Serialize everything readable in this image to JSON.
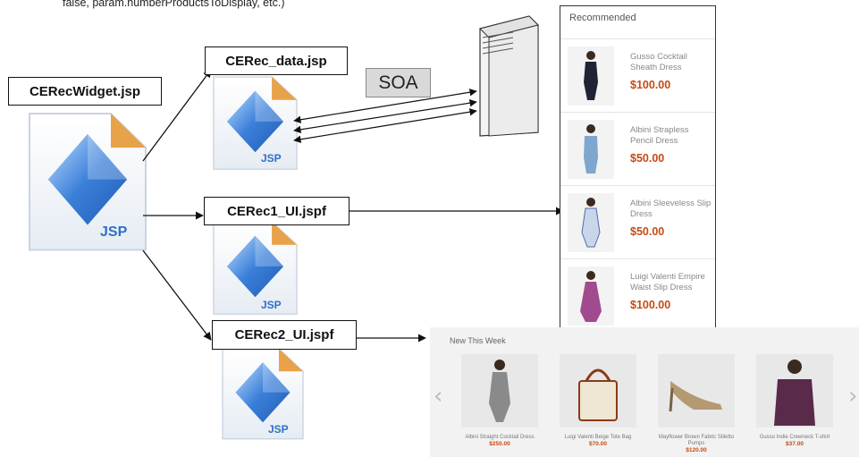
{
  "top_note": "false, param.numberProductsToDisplay, etc.)",
  "files": {
    "widget": "CERecWidget.jsp",
    "data": "CERec_data.jsp",
    "ui1": "CERec1_UI.jspf",
    "ui2": "CERec2_UI.jspf"
  },
  "jsp_icon_label": "JSP",
  "soa_label": "SOA",
  "recommended": {
    "title": "Recommended",
    "items": [
      {
        "name": "Gusso Cocktail Sheath Dress",
        "price": "$100.00"
      },
      {
        "name": "Albini Strapless Pencil Dress",
        "price": "$50.00"
      },
      {
        "name": "Albini Sleeveless Slip Dress",
        "price": "$50.00"
      },
      {
        "name": "Luigi Valenti Empire Waist Slip Dress",
        "price": "$100.00"
      }
    ]
  },
  "new_this_week": {
    "title": "New This Week",
    "items": [
      {
        "name": "Albini Straight Cocktail Dress",
        "price": "$250.00"
      },
      {
        "name": "Luigi Valenti Beige Tote Bag",
        "price": "$70.00"
      },
      {
        "name": "Mayflower Brown Fabric Stiletto Pumps",
        "price": "$120.00"
      },
      {
        "name": "Gusso Indie Crewneck T-shirt",
        "price": "$37.00"
      }
    ]
  },
  "colors": {
    "price": "#c74a12",
    "jsp_blue": "#3b7fd9",
    "page_fold": "#e8a24a"
  }
}
